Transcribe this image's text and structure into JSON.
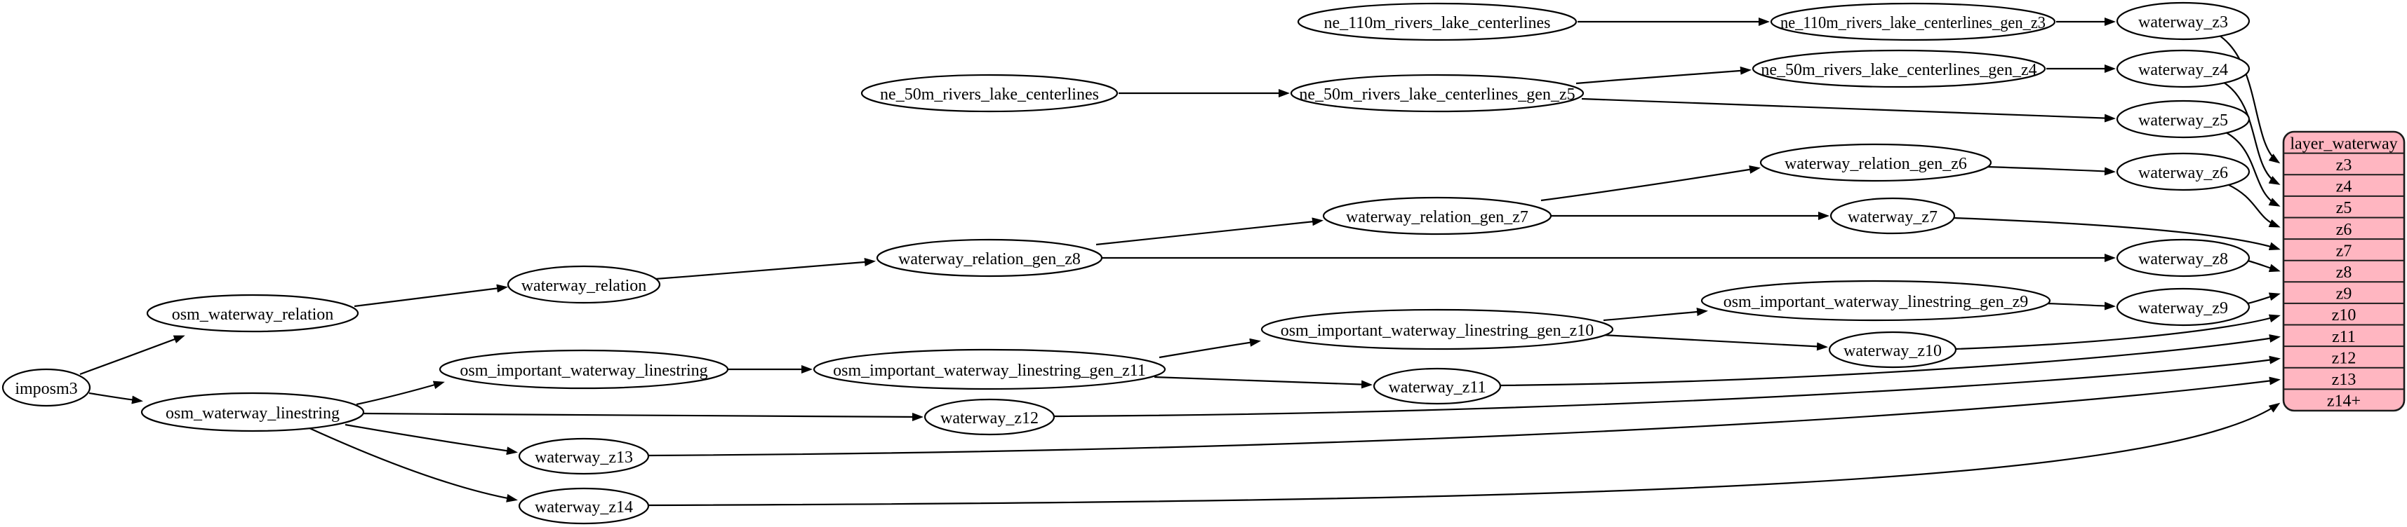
{
  "diagram": {
    "colors": {
      "background": "#ffffff",
      "node_fill": "#ffffff",
      "node_stroke": "#000000",
      "edge": "#000000",
      "table_fill": "#ffb6c1",
      "table_stroke": "#1c1c1c"
    },
    "nodes": [
      {
        "id": "imposm3",
        "label": "imposm3"
      },
      {
        "id": "osm_waterway_relation",
        "label": "osm_waterway_relation"
      },
      {
        "id": "osm_waterway_linestring",
        "label": "osm_waterway_linestring"
      },
      {
        "id": "waterway_relation",
        "label": "waterway_relation"
      },
      {
        "id": "osm_important_waterway_linestring",
        "label": "osm_important_waterway_linestring"
      },
      {
        "id": "waterway_z13",
        "label": "waterway_z13"
      },
      {
        "id": "waterway_z14",
        "label": "waterway_z14"
      },
      {
        "id": "ne_50m_rivers_lake_centerlines",
        "label": "ne_50m_rivers_lake_centerlines"
      },
      {
        "id": "waterway_relation_gen_z8",
        "label": "waterway_relation_gen_z8"
      },
      {
        "id": "osm_important_waterway_linestring_gen_z11",
        "label": "osm_important_waterway_linestring_gen_z11"
      },
      {
        "id": "waterway_z12",
        "label": "waterway_z12"
      },
      {
        "id": "ne_110m_rivers_lake_centerlines",
        "label": "ne_110m_rivers_lake_centerlines"
      },
      {
        "id": "ne_50m_rivers_lake_centerlines_gen_z5",
        "label": "ne_50m_rivers_lake_centerlines_gen_z5"
      },
      {
        "id": "waterway_relation_gen_z7",
        "label": "waterway_relation_gen_z7"
      },
      {
        "id": "osm_important_waterway_linestring_gen_z10",
        "label": "osm_important_waterway_linestring_gen_z10"
      },
      {
        "id": "waterway_z11",
        "label": "waterway_z11"
      },
      {
        "id": "ne_110m_rivers_lake_centerlines_gen_z3",
        "label": "ne_110m_rivers_lake_centerlines_gen_z3"
      },
      {
        "id": "ne_50m_rivers_lake_centerlines_gen_z4",
        "label": "ne_50m_rivers_lake_centerlines_gen_z4"
      },
      {
        "id": "waterway_relation_gen_z6",
        "label": "waterway_relation_gen_z6"
      },
      {
        "id": "waterway_z7",
        "label": "waterway_z7"
      },
      {
        "id": "osm_important_waterway_linestring_gen_z9",
        "label": "osm_important_waterway_linestring_gen_z9"
      },
      {
        "id": "waterway_z10",
        "label": "waterway_z10"
      },
      {
        "id": "waterway_z3",
        "label": "waterway_z3"
      },
      {
        "id": "waterway_z4",
        "label": "waterway_z4"
      },
      {
        "id": "waterway_z5",
        "label": "waterway_z5"
      },
      {
        "id": "waterway_z6",
        "label": "waterway_z6"
      },
      {
        "id": "waterway_z8",
        "label": "waterway_z8"
      },
      {
        "id": "waterway_z9",
        "label": "waterway_z9"
      }
    ],
    "table": {
      "id": "layer_waterway",
      "title": "layer_waterway",
      "rows": [
        "z3",
        "z4",
        "z5",
        "z6",
        "z7",
        "z8",
        "z9",
        "z10",
        "z11",
        "z12",
        "z13",
        "z14+"
      ]
    },
    "edges": [
      {
        "from": "imposm3",
        "to": "osm_waterway_relation"
      },
      {
        "from": "imposm3",
        "to": "osm_waterway_linestring"
      },
      {
        "from": "osm_waterway_relation",
        "to": "waterway_relation"
      },
      {
        "from": "waterway_relation",
        "to": "waterway_relation_gen_z8"
      },
      {
        "from": "waterway_relation_gen_z8",
        "to": "waterway_relation_gen_z7"
      },
      {
        "from": "waterway_relation_gen_z8",
        "to": "waterway_z8"
      },
      {
        "from": "waterway_relation_gen_z7",
        "to": "waterway_relation_gen_z6"
      },
      {
        "from": "waterway_relation_gen_z7",
        "to": "waterway_z7"
      },
      {
        "from": "waterway_relation_gen_z6",
        "to": "waterway_z6"
      },
      {
        "from": "ne_110m_rivers_lake_centerlines",
        "to": "ne_110m_rivers_lake_centerlines_gen_z3"
      },
      {
        "from": "ne_110m_rivers_lake_centerlines_gen_z3",
        "to": "waterway_z3"
      },
      {
        "from": "ne_50m_rivers_lake_centerlines",
        "to": "ne_50m_rivers_lake_centerlines_gen_z5"
      },
      {
        "from": "ne_50m_rivers_lake_centerlines_gen_z5",
        "to": "ne_50m_rivers_lake_centerlines_gen_z4"
      },
      {
        "from": "ne_50m_rivers_lake_centerlines_gen_z5",
        "to": "waterway_z5"
      },
      {
        "from": "ne_50m_rivers_lake_centerlines_gen_z4",
        "to": "waterway_z4"
      },
      {
        "from": "osm_waterway_linestring",
        "to": "osm_important_waterway_linestring"
      },
      {
        "from": "osm_waterway_linestring",
        "to": "waterway_z12"
      },
      {
        "from": "osm_waterway_linestring",
        "to": "waterway_z13"
      },
      {
        "from": "osm_waterway_linestring",
        "to": "waterway_z14"
      },
      {
        "from": "osm_important_waterway_linestring",
        "to": "osm_important_waterway_linestring_gen_z11"
      },
      {
        "from": "osm_important_waterway_linestring_gen_z11",
        "to": "osm_important_waterway_linestring_gen_z10"
      },
      {
        "from": "osm_important_waterway_linestring_gen_z11",
        "to": "waterway_z11"
      },
      {
        "from": "osm_important_waterway_linestring_gen_z10",
        "to": "osm_important_waterway_linestring_gen_z9"
      },
      {
        "from": "osm_important_waterway_linestring_gen_z10",
        "to": "waterway_z10"
      },
      {
        "from": "osm_important_waterway_linestring_gen_z9",
        "to": "waterway_z9"
      },
      {
        "from": "waterway_z3",
        "to": "layer_waterway",
        "port": "z3"
      },
      {
        "from": "waterway_z4",
        "to": "layer_waterway",
        "port": "z4"
      },
      {
        "from": "waterway_z5",
        "to": "layer_waterway",
        "port": "z5"
      },
      {
        "from": "waterway_z6",
        "to": "layer_waterway",
        "port": "z6"
      },
      {
        "from": "waterway_z7",
        "to": "layer_waterway",
        "port": "z7"
      },
      {
        "from": "waterway_z8",
        "to": "layer_waterway",
        "port": "z8"
      },
      {
        "from": "waterway_z9",
        "to": "layer_waterway",
        "port": "z9"
      },
      {
        "from": "waterway_z10",
        "to": "layer_waterway",
        "port": "z10"
      },
      {
        "from": "waterway_z11",
        "to": "layer_waterway",
        "port": "z11"
      },
      {
        "from": "waterway_z12",
        "to": "layer_waterway",
        "port": "z12"
      },
      {
        "from": "waterway_z13",
        "to": "layer_waterway",
        "port": "z13"
      },
      {
        "from": "waterway_z14",
        "to": "layer_waterway",
        "port": "z14+"
      }
    ]
  }
}
